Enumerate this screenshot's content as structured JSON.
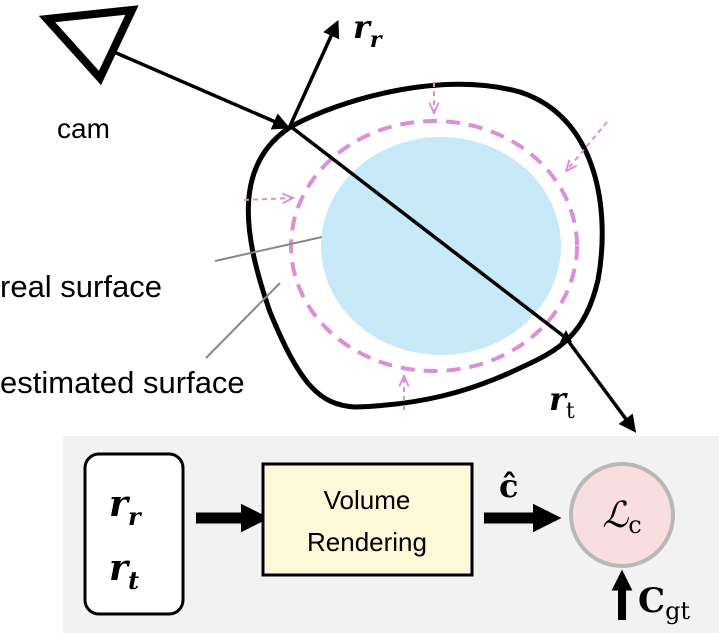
{
  "labels": {
    "camera": "cam",
    "real_surface": "real surface",
    "estimated_surface": "estimated surface",
    "reflected_ray_base": "r",
    "reflected_ray_sub": "r",
    "transmitted_ray_base": "r",
    "transmitted_ray_sub": "t"
  },
  "pipeline": {
    "inputs": [
      {
        "base": "r",
        "sub": "r"
      },
      {
        "base": "r",
        "sub": "t"
      }
    ],
    "volume_rendering_line1": "Volume",
    "volume_rendering_line2": "Rendering",
    "predicted_color": "ĉ",
    "loss_base": "ℒ",
    "loss_sub": "c",
    "ground_truth_base": "C",
    "ground_truth_sub": "gt"
  },
  "colors": {
    "object_outline": "#000000",
    "real_surface_fill": "#c8e9f7",
    "estimated_surface_stroke": "#dc8fd9",
    "panel_background": "#f2f2f2",
    "volume_box_fill": "#fdf8d8",
    "loss_circle_fill": "#f8dedf",
    "loss_circle_stroke": "#b8b8b8"
  },
  "icons": {
    "camera": "camera-triangle-icon"
  }
}
